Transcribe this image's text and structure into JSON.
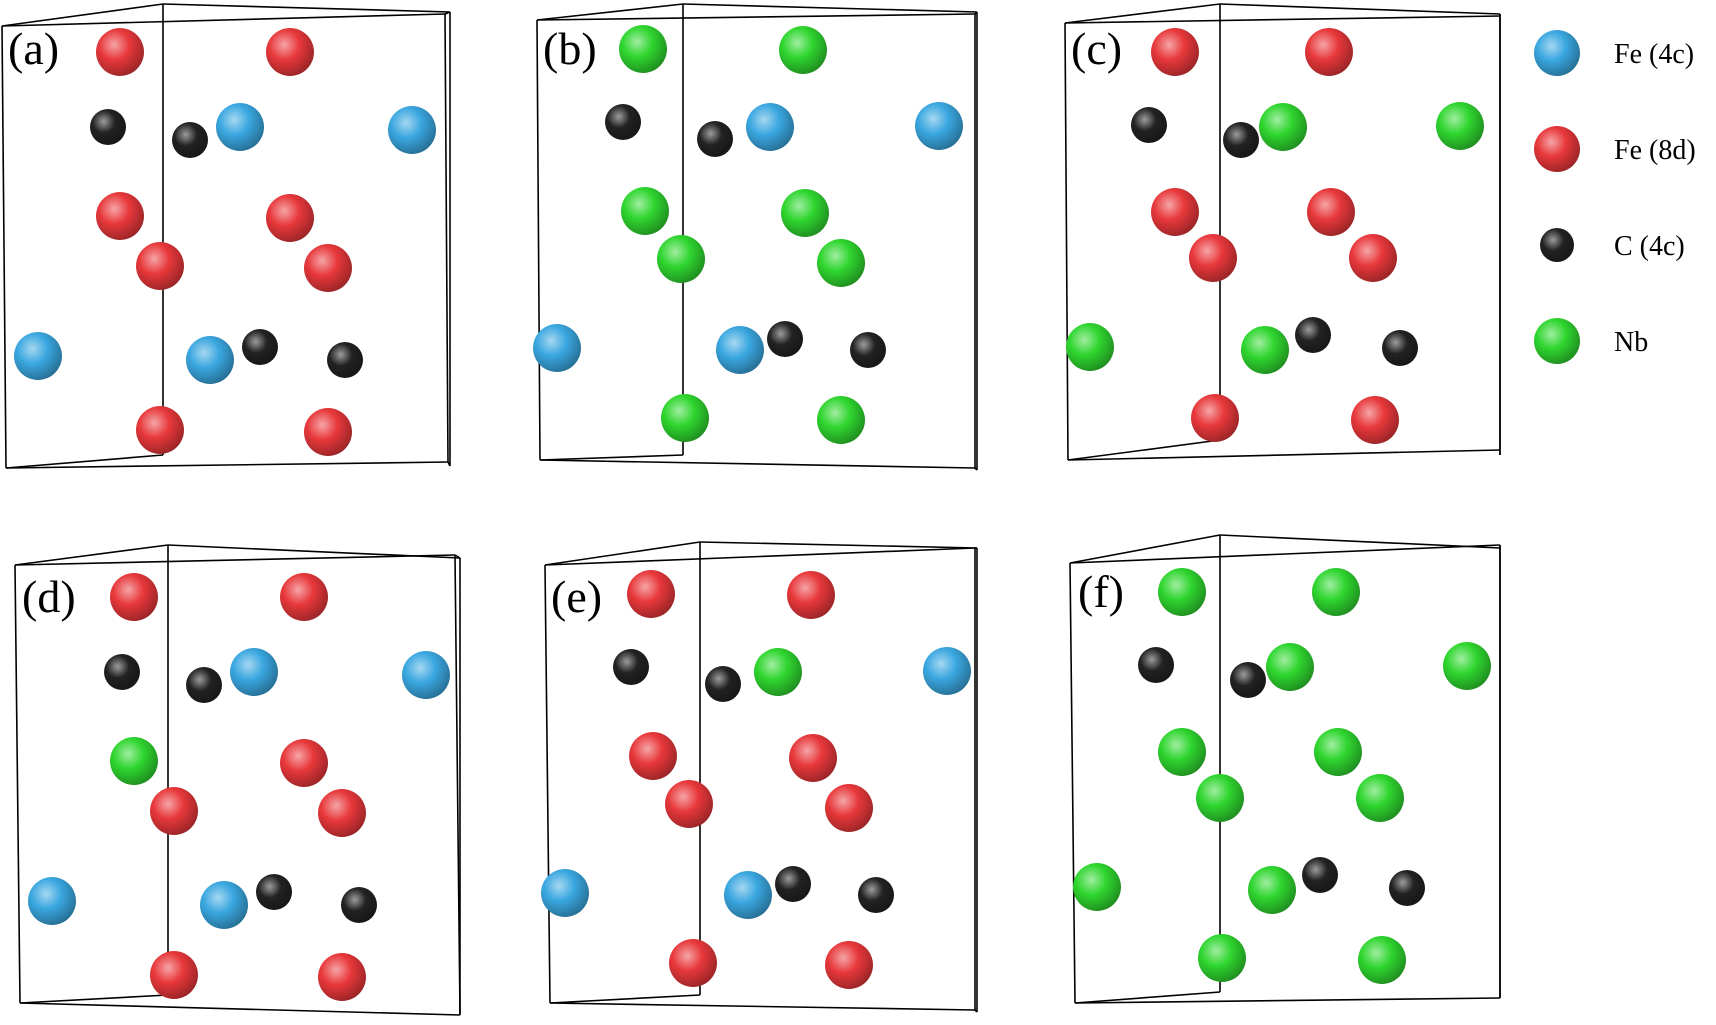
{
  "species": {
    "fe4c": {
      "label": "Fe (4c)",
      "color": "#3aa7e0"
    },
    "fe8d": {
      "label": "Fe (8d)",
      "color": "#e8383b"
    },
    "c4c": {
      "label": "C (4c)",
      "color": "#222222"
    },
    "nb": {
      "label": "Nb",
      "color": "#2fd62f"
    }
  },
  "legend": [
    "fe4c",
    "fe8d",
    "c4c",
    "nb"
  ],
  "panels": [
    {
      "label": "(a)",
      "atoms": [
        "fe8d",
        "fe8d",
        "c4c",
        "c4c",
        "fe4c",
        "fe4c",
        "fe8d",
        "fe8d",
        "fe8d",
        "fe8d",
        "fe4c",
        "fe4c",
        "c4c",
        "c4c",
        "fe8d",
        "fe8d"
      ]
    },
    {
      "label": "(b)",
      "atoms": [
        "nb",
        "nb",
        "c4c",
        "c4c",
        "fe4c",
        "fe4c",
        "nb",
        "nb",
        "nb",
        "nb",
        "fe4c",
        "fe4c",
        "c4c",
        "c4c",
        "nb",
        "nb"
      ]
    },
    {
      "label": "(c)",
      "atoms": [
        "fe8d",
        "fe8d",
        "c4c",
        "c4c",
        "nb",
        "nb",
        "fe8d",
        "fe8d",
        "fe8d",
        "fe8d",
        "nb",
        "nb",
        "c4c",
        "c4c",
        "fe8d",
        "fe8d"
      ]
    },
    {
      "label": "(d)",
      "atoms": [
        "fe8d",
        "fe8d",
        "c4c",
        "c4c",
        "fe4c",
        "fe4c",
        "nb",
        "fe8d",
        "fe8d",
        "fe8d",
        "fe4c",
        "fe4c",
        "c4c",
        "c4c",
        "fe8d",
        "fe8d"
      ]
    },
    {
      "label": "(e)",
      "atoms": [
        "fe8d",
        "fe8d",
        "c4c",
        "c4c",
        "nb",
        "fe4c",
        "fe8d",
        "fe8d",
        "fe8d",
        "fe8d",
        "fe4c",
        "fe4c",
        "c4c",
        "c4c",
        "fe8d",
        "fe8d"
      ]
    },
    {
      "label": "(f)",
      "atoms": [
        "nb",
        "nb",
        "c4c",
        "c4c",
        "nb",
        "nb",
        "nb",
        "nb",
        "nb",
        "nb",
        "nb",
        "nb",
        "c4c",
        "c4c",
        "nb",
        "nb"
      ]
    }
  ]
}
